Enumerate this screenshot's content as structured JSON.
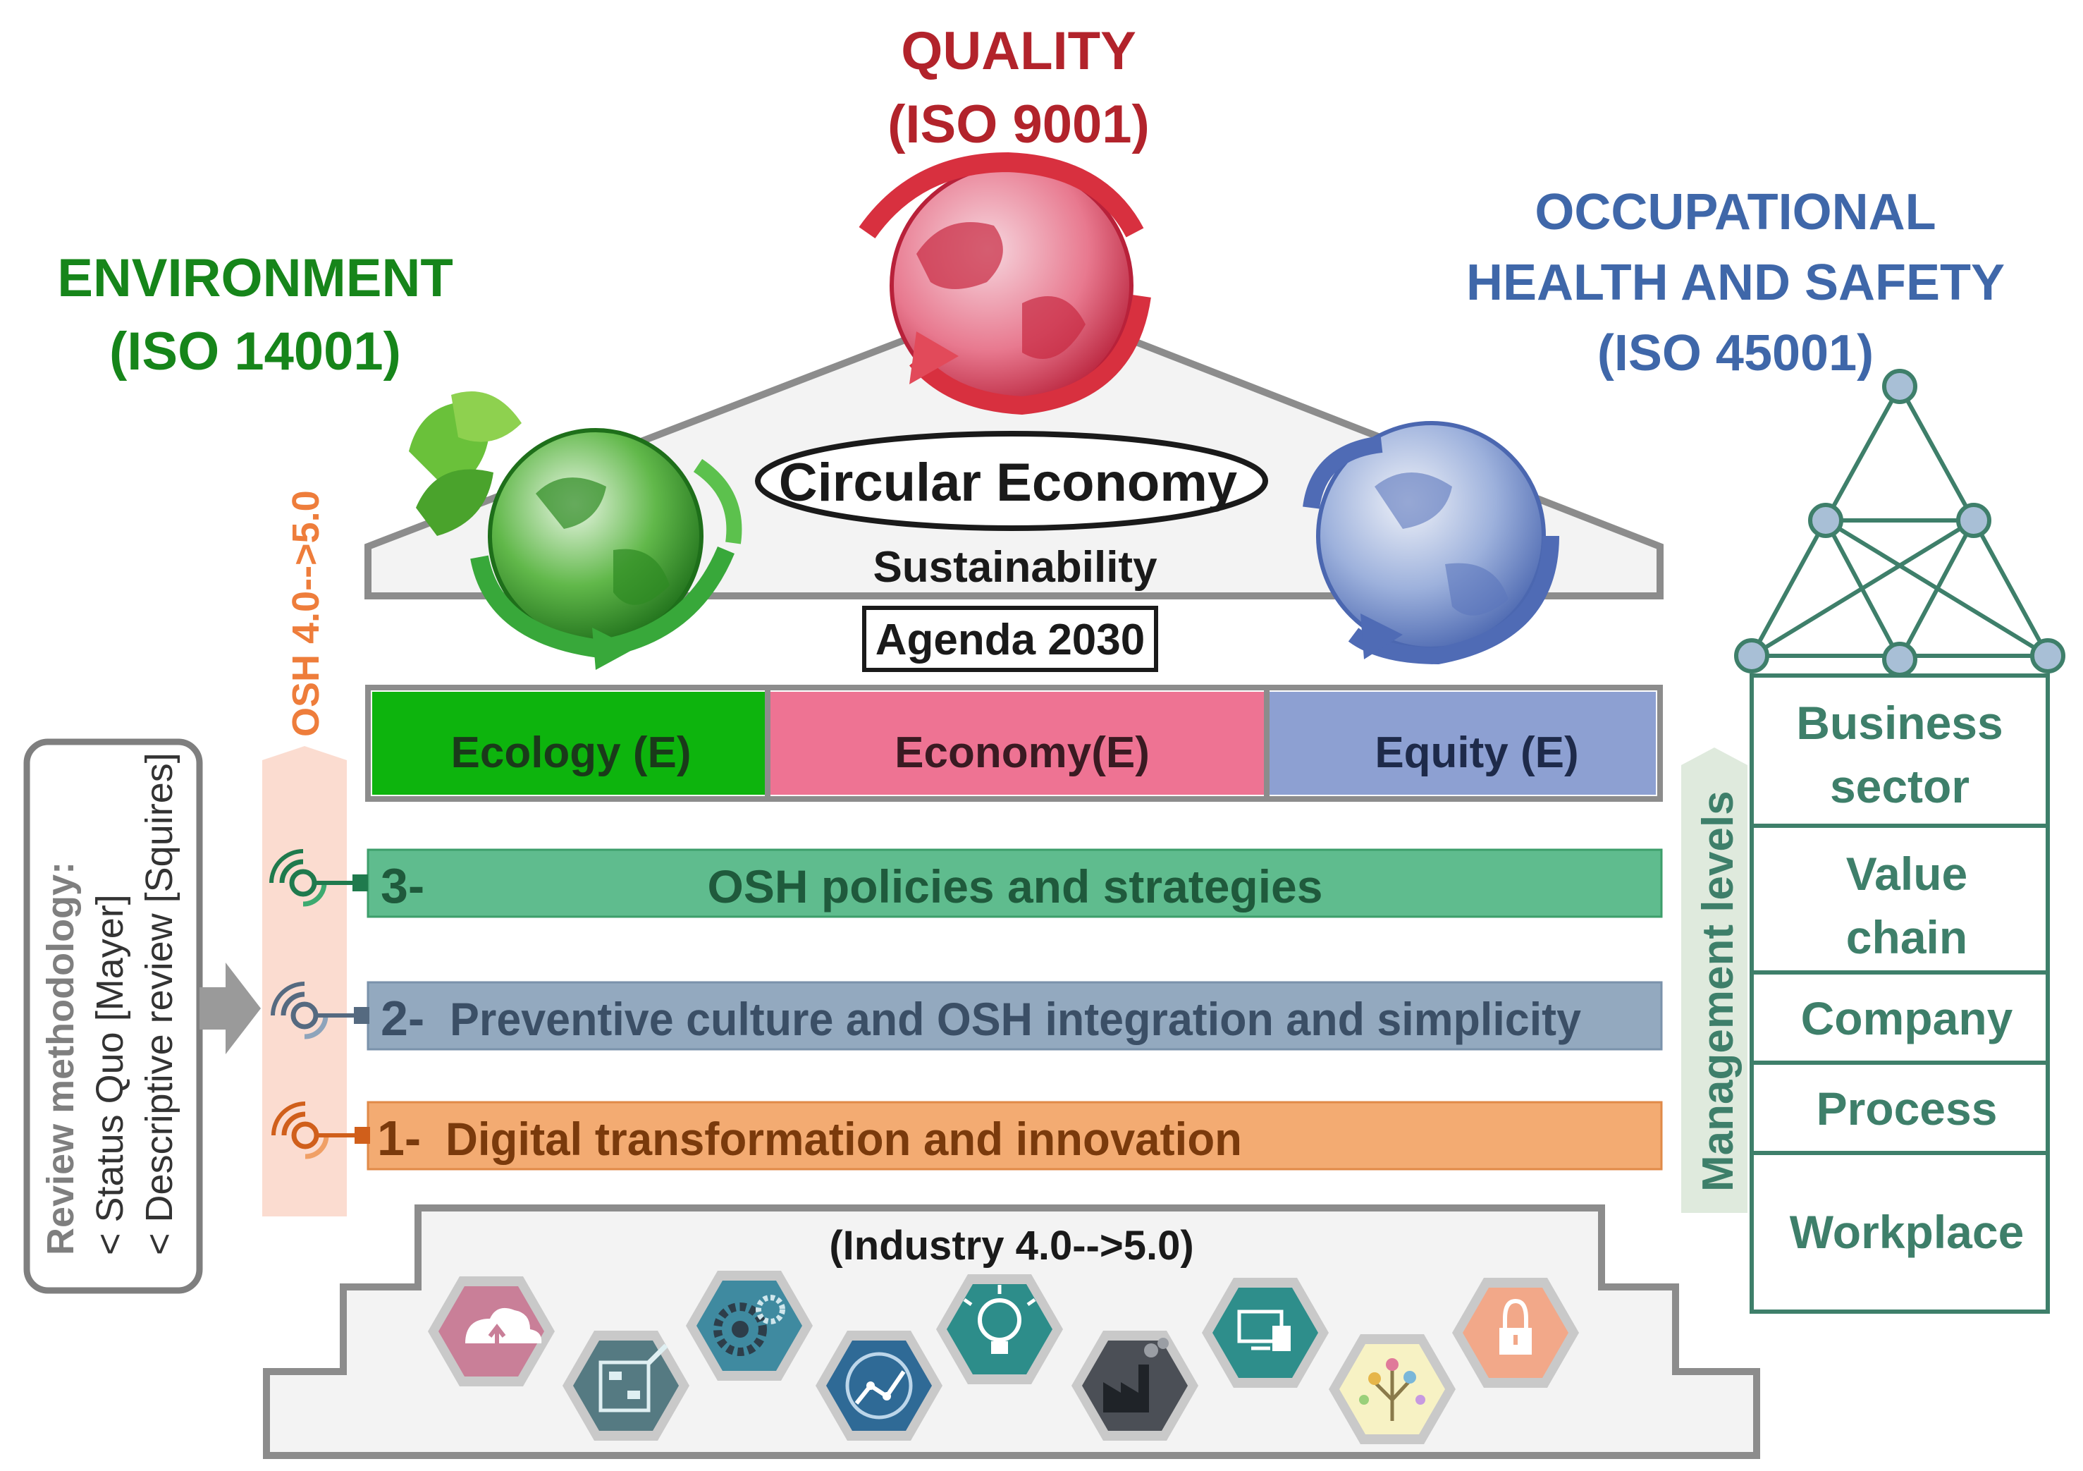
{
  "headings": {
    "quality": {
      "line1": "QUALITY",
      "line2": "(ISO 9001)"
    },
    "environment": {
      "line1": "ENVIRONMENT",
      "line2": "(ISO 14001)"
    },
    "ohs": {
      "line1": "OCCUPATIONAL",
      "line2": "HEALTH AND SAFETY",
      "line3": "(ISO 45001)"
    }
  },
  "roof": {
    "circular_economy": "Circular Economy",
    "sustainability": "Sustainability",
    "agenda": "Agenda 2030"
  },
  "pillars": [
    {
      "label": "Ecology (E)",
      "color": "#0db40d"
    },
    {
      "label": "Economy(E)",
      "color": "#ee7393"
    },
    {
      "label": "Equity (E)",
      "color": "#8da0d2"
    }
  ],
  "levels": [
    {
      "number": "3-",
      "label": "OSH policies and strategies",
      "color": "#5fbc8e",
      "text_color": "#1f5a3c"
    },
    {
      "number": "2-",
      "label": "Preventive culture and OSH integration and simplicity",
      "color": "#93a9bf",
      "text_color": "#3b4f66"
    },
    {
      "number": "1-",
      "label": "Digital transformation and innovation",
      "color": "#f3ab72",
      "text_color": "#7a3a0c"
    }
  ],
  "osh_arrow_label": "OSH 4.0-->5.0",
  "industry_label": "(Industry 4.0-->5.0)",
  "review": {
    "title": "Review methodology:",
    "item1": "< Status Quo [Mayer]",
    "item2": "< Descriptive review [Squires]"
  },
  "management": {
    "label": "Management levels",
    "levels": [
      {
        "line1": "Business",
        "line2": "sector"
      },
      {
        "line1": "Value",
        "line2": "chain"
      },
      {
        "line1": "Company"
      },
      {
        "line1": "Process"
      },
      {
        "line1": "Workplace"
      }
    ]
  },
  "colors": {
    "quality": "#b2232b",
    "environment": "#16851a",
    "ohs": "#3f67a9",
    "management_text": "#3e7f6a",
    "osh_orange": "#ee7d3b"
  },
  "icons": [
    "cloud-upload-icon",
    "flowchart-icon",
    "gears-icon",
    "analytics-icon",
    "lightbulb-icon",
    "factory-icon",
    "devices-icon",
    "idea-tree-icon",
    "padlock-icon"
  ]
}
